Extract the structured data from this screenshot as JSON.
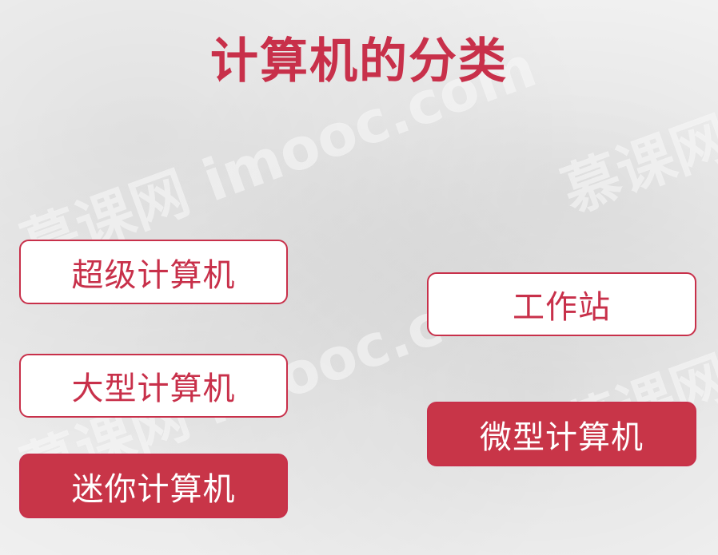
{
  "title": "计算机的分类",
  "watermark": {
    "cn": "慕课网",
    "url": "imooc.com"
  },
  "categories_left": [
    {
      "label": "超级计算机",
      "highlighted": false
    },
    {
      "label": "大型计算机",
      "highlighted": false
    },
    {
      "label": "迷你计算机",
      "highlighted": true
    }
  ],
  "categories_right": [
    {
      "label": "工作站",
      "highlighted": false
    },
    {
      "label": "微型计算机",
      "highlighted": true
    }
  ],
  "colors": {
    "accent": "#c8304a",
    "filled": "#c83548",
    "background": "#f4f4f4"
  }
}
